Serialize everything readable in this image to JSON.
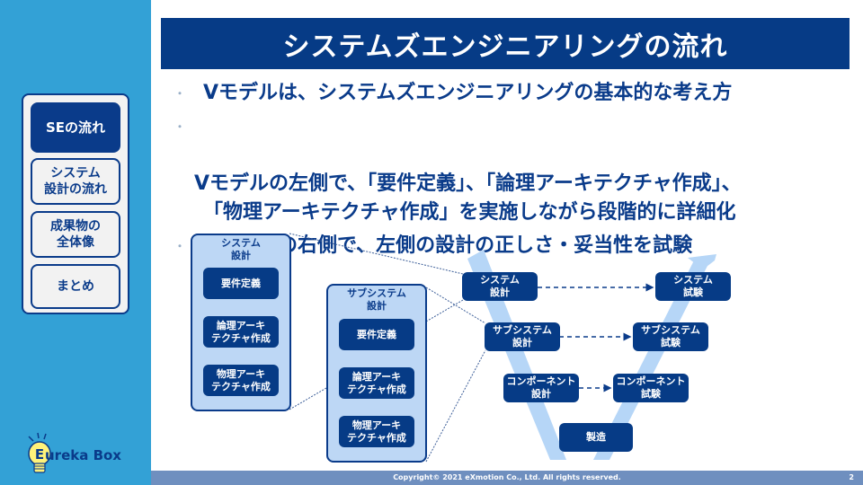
{
  "sidebar": {
    "nav_items": [
      {
        "label": "SEの流れ",
        "active": true
      },
      {
        "label": "システム\n設計の流れ",
        "active": false
      },
      {
        "label": "成果物の\n全体像",
        "active": false
      },
      {
        "label": "まとめ",
        "active": false
      }
    ],
    "logo": {
      "letter": "E",
      "text": "ureka Box"
    }
  },
  "header": {
    "title": "システムズエンジニアリングの流れ"
  },
  "bullets": [
    {
      "text": "Vモデルは、システムズエンジニアリングの基本的な考え方"
    },
    {
      "text": "Vモデルの左側で、「要件定義」、「論理アーキテクチャ作成」、\n「物理アーキテクチャ作成」を実施しながら段階的に詳細化"
    },
    {
      "text": "Vモデルの右側で、左側の設計の正しさ・妥当性を試験"
    }
  ],
  "bullet_marker": "・",
  "diagram": {
    "system_group": {
      "title": "システム\n設計",
      "steps": [
        "要件定義",
        "論理アーキ\nテクチャ作成",
        "物理アーキ\nテクチャ作成"
      ]
    },
    "subsystem_group": {
      "title": "サブシステム\n設計",
      "steps": [
        "要件定義",
        "論理アーキ\nテクチャ作成",
        "物理アーキ\nテクチャ作成"
      ]
    },
    "v_model": {
      "left": [
        "システム\n設計",
        "サブシステム\n設計",
        "コンポーネント\n設計"
      ],
      "right": [
        "システム\n試験",
        "サブシステム\n試験",
        "コンポーネント\n試験"
      ],
      "bottom": "製造"
    },
    "colors": {
      "node": "#063b86",
      "group_fill": "#bdd7f5",
      "v_arrow": "#b6d6f7"
    }
  },
  "footer": {
    "copyright": "Copyright© 2021 eXmotion Co., Ltd. All rights reserved.",
    "page_number": "2"
  }
}
